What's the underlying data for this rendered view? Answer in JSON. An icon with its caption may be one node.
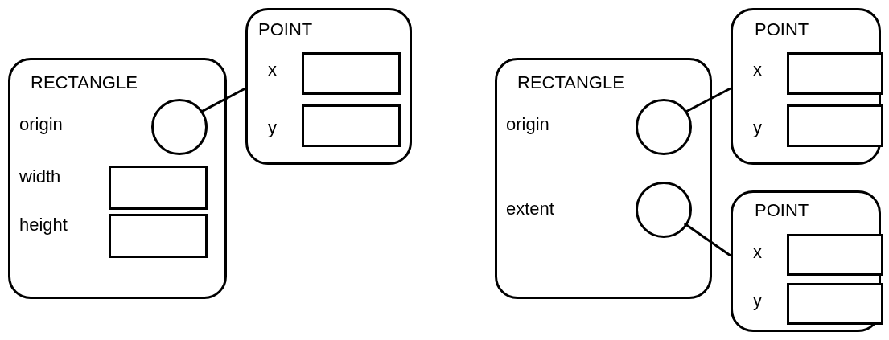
{
  "diagram": {
    "nodes": [
      {
        "text": [
          "RECTANGLE",
          "origin",
          "width",
          "height"
        ]
      },
      {
        "text": [],
        "shape": "circle",
        "in": 0
      },
      {
        "text": [],
        "shape": "box",
        "in": 0
      },
      {
        "text": [],
        "shape": "box",
        "in": 0
      },
      {
        "text": [
          "POINT",
          "x",
          "y"
        ]
      },
      {
        "text": [],
        "shape": "box",
        "in": 4
      },
      {
        "text": [],
        "shape": "box",
        "in": 4
      },
      {
        "text": [
          "RECTANGLE",
          "origin",
          "extent"
        ]
      },
      {
        "text": [],
        "shape": "circle",
        "in": 7
      },
      {
        "text": [],
        "shape": "circle",
        "in": 7
      },
      {
        "text": [
          "POINT",
          "x",
          "y"
        ]
      },
      {
        "text": [],
        "shape": "box",
        "in": 10
      },
      {
        "text": [],
        "shape": "box",
        "in": 10
      },
      {
        "text": [
          "POINT",
          "x",
          "y"
        ]
      },
      {
        "text": [],
        "shape": "box",
        "in": 13
      },
      {
        "text": [],
        "shape": "box",
        "in": 13
      }
    ],
    "edges": [
      {
        "from": 1,
        "to": 4,
        "arrow": "none"
      },
      {
        "from": 8,
        "to": 10,
        "arrow": "none"
      },
      {
        "from": 9,
        "to": 13,
        "arrow": "none"
      }
    ]
  }
}
